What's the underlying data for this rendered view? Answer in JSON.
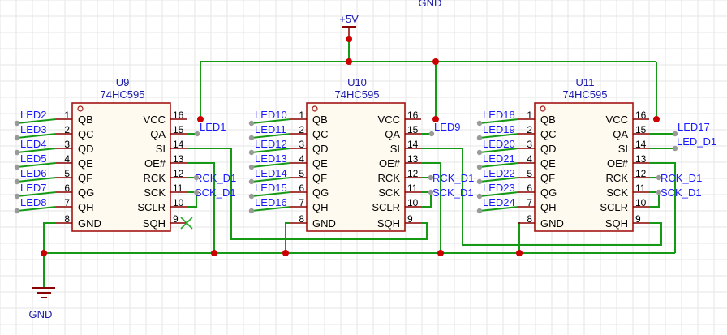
{
  "power": {
    "vcc_label": "+5V",
    "gnd_label": "GND",
    "gnd_top_label": "GND"
  },
  "chips": [
    {
      "ref": "U9",
      "part": "74HC595",
      "left_pins": [
        {
          "num": "1",
          "name": "QB",
          "net": "LED2"
        },
        {
          "num": "2",
          "name": "QC",
          "net": "LED3"
        },
        {
          "num": "3",
          "name": "QD",
          "net": "LED4"
        },
        {
          "num": "4",
          "name": "QE",
          "net": "LED5"
        },
        {
          "num": "5",
          "name": "QF",
          "net": "LED6"
        },
        {
          "num": "6",
          "name": "QG",
          "net": "LED7"
        },
        {
          "num": "7",
          "name": "QH",
          "net": "LED8"
        },
        {
          "num": "8",
          "name": "GND",
          "net": ""
        }
      ],
      "right_pins": [
        {
          "num": "16",
          "name": "VCC"
        },
        {
          "num": "15",
          "name": "QA"
        },
        {
          "num": "14",
          "name": "SI"
        },
        {
          "num": "13",
          "name": "OE#"
        },
        {
          "num": "12",
          "name": "RCK"
        },
        {
          "num": "11",
          "name": "SCK"
        },
        {
          "num": "10",
          "name": "SCLR"
        },
        {
          "num": "9",
          "name": "SQH"
        }
      ],
      "right_nets": {
        "qa": "LED1",
        "rck": "RCK_D1",
        "sck": "SCK_D1",
        "si": ""
      }
    },
    {
      "ref": "U10",
      "part": "74HC595",
      "left_pins": [
        {
          "num": "1",
          "name": "QB",
          "net": "LED10"
        },
        {
          "num": "2",
          "name": "QC",
          "net": "LED11"
        },
        {
          "num": "3",
          "name": "QD",
          "net": "LED12"
        },
        {
          "num": "4",
          "name": "QE",
          "net": "LED13"
        },
        {
          "num": "5",
          "name": "QF",
          "net": "LED14"
        },
        {
          "num": "6",
          "name": "QG",
          "net": "LED15"
        },
        {
          "num": "7",
          "name": "QH",
          "net": "LED16"
        },
        {
          "num": "8",
          "name": "GND",
          "net": ""
        }
      ],
      "right_pins": [
        {
          "num": "16",
          "name": "VCC"
        },
        {
          "num": "15",
          "name": "QA"
        },
        {
          "num": "14",
          "name": "SI"
        },
        {
          "num": "13",
          "name": "OE#"
        },
        {
          "num": "12",
          "name": "RCK"
        },
        {
          "num": "11",
          "name": "SCK"
        },
        {
          "num": "10",
          "name": "SCLR"
        },
        {
          "num": "9",
          "name": "SQH"
        }
      ],
      "right_nets": {
        "qa": "LED9",
        "rck": "RCK_D1",
        "sck": "SCK_D1",
        "si": ""
      }
    },
    {
      "ref": "U11",
      "part": "74HC595",
      "left_pins": [
        {
          "num": "1",
          "name": "QB",
          "net": "LED18"
        },
        {
          "num": "2",
          "name": "QC",
          "net": "LED19"
        },
        {
          "num": "3",
          "name": "QD",
          "net": "LED20"
        },
        {
          "num": "4",
          "name": "QE",
          "net": "LED21"
        },
        {
          "num": "5",
          "name": "QF",
          "net": "LED22"
        },
        {
          "num": "6",
          "name": "QG",
          "net": "LED23"
        },
        {
          "num": "7",
          "name": "QH",
          "net": "LED24"
        },
        {
          "num": "8",
          "name": "GND",
          "net": ""
        }
      ],
      "right_pins": [
        {
          "num": "16",
          "name": "VCC"
        },
        {
          "num": "15",
          "name": "QA"
        },
        {
          "num": "14",
          "name": "SI"
        },
        {
          "num": "13",
          "name": "OE#"
        },
        {
          "num": "12",
          "name": "RCK"
        },
        {
          "num": "11",
          "name": "SCK"
        },
        {
          "num": "10",
          "name": "SCLR"
        },
        {
          "num": "9",
          "name": "SQH"
        }
      ],
      "right_nets": {
        "qa": "LED17",
        "rck": "RCK_D1",
        "sck": "SCK_D1",
        "si": "LED_D1"
      }
    }
  ]
}
